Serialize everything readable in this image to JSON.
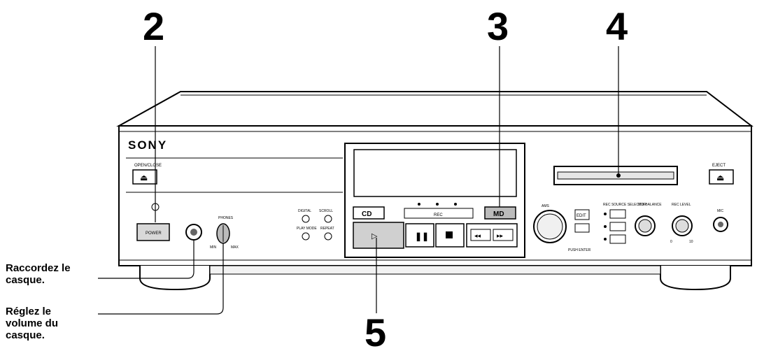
{
  "callouts": {
    "n2": "2",
    "n3": "3",
    "n4": "4",
    "n5": "5"
  },
  "notes": {
    "headphones_jack": "Raccordez le\ncasque.",
    "headphones_volume": "Réglez le\nvolume du\ncasque."
  },
  "device": {
    "brand": "SONY",
    "left_eject_label": "OPEN/CLOSE",
    "right_eject_label": "EJECT",
    "power_label": "POWER",
    "phones_label": "PHONES",
    "volume_min": "MIN",
    "volume_max": "MAX",
    "cd_button": "CD",
    "md_button": "MD",
    "digital_label": "DIGITAL",
    "scroll_label": "SCROLL",
    "play_mode_label": "PLAY MODE",
    "repeat_label": "REPEAT",
    "recording_indicator": "REC",
    "edit_label": "EDIT",
    "amscan_label": "AMS",
    "level_label": "REC LEVEL",
    "mix_balance_label": "MIX BALANCE",
    "mic_label": "MIC",
    "rec_source_label": "REC SOURCE SELECTOR",
    "push_enter_label": "PUSH ENTER",
    "level_min": "0",
    "level_max": "10"
  }
}
